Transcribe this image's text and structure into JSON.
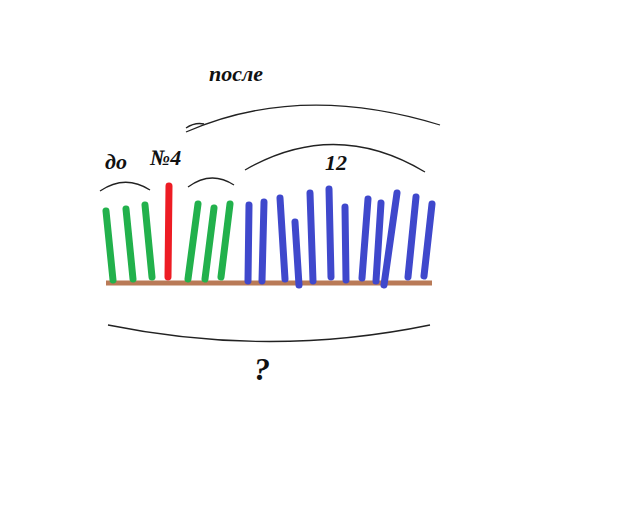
{
  "diagram": {
    "labels": [
      "после",
      "до",
      "№4",
      "12",
      "?"
    ]
  }
}
